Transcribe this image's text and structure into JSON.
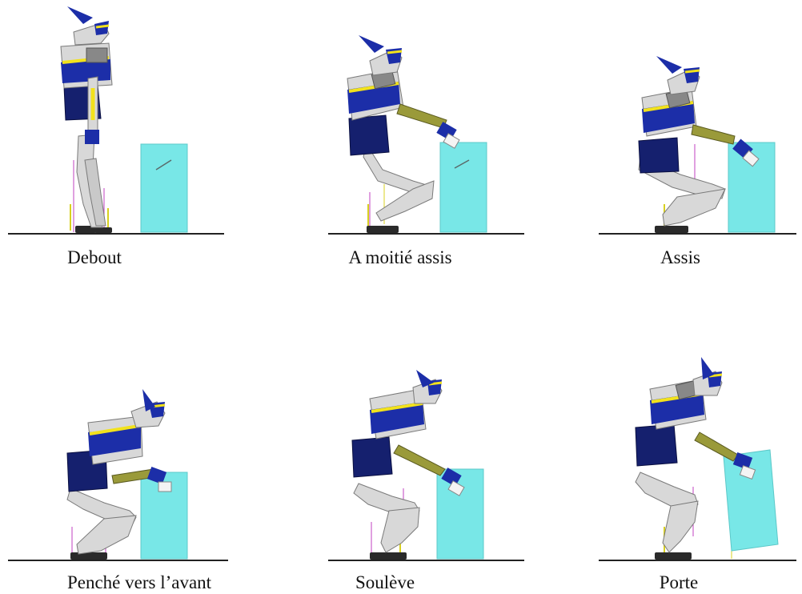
{
  "figure": {
    "panels": [
      {
        "id": "debout",
        "caption": "Debout"
      },
      {
        "id": "moitie-assis",
        "caption": "A moitié assis"
      },
      {
        "id": "assis",
        "caption": "Assis"
      },
      {
        "id": "penche",
        "caption": "Penché vers l’avant"
      },
      {
        "id": "souleve",
        "caption": "Soulève"
      },
      {
        "id": "porte",
        "caption": "Porte"
      }
    ]
  },
  "colors": {
    "robot_white": "#d8d8d8",
    "robot_outline": "#7a7a7a",
    "robot_blue": "#1c2ea8",
    "robot_navy": "#15206e",
    "robot_yellow": "#f2e21c",
    "robot_dark": "#2a2a2a",
    "arm_olive": "#9a9a3a",
    "box_cyan": "#78e7e7",
    "guide_magenta": "#c040c0",
    "guide_yellow": "#d8d020",
    "ground": "#222222"
  }
}
